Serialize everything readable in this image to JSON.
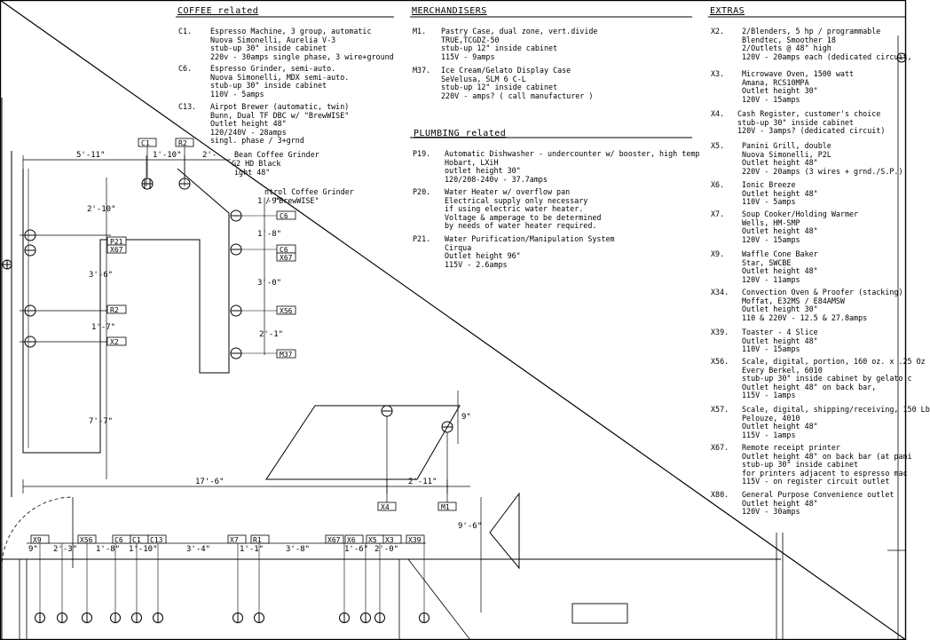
{
  "sections": {
    "coffee": {
      "title": "COFFEE related",
      "items": [
        {
          "code": "C1.",
          "lines": [
            "Espresso Machine, 3 group, automatic",
            "Nuova Simonelli, Aurelia V-3",
            "stub-up 30\" inside cabinet",
            "220v - 30amps single phase, 3 wire+ground"
          ]
        },
        {
          "code": "C6.",
          "lines": [
            "Espresso Grinder, semi-auto.",
            "Nuova Simonelli, MDX semi-auto.",
            "stub-up 30\" inside cabinet",
            "110V - 5amps"
          ]
        },
        {
          "code": "C13.",
          "lines": [
            "Airpot Brewer (automatic, twin)",
            "Bunn, Dual TF DBC w/ \"BrewWISE\"",
            "Outlet height 48\"",
            "120/240V - 28amps",
            "singl. phase / 3+grnd"
          ]
        }
      ],
      "fragments": [
        "Bean Coffee Grinder",
        "G2 HD Black",
        "ight 48\"",
        "ntrol Coffee Grinder",
        "/ \"BrewWISE\""
      ]
    },
    "merchandisers": {
      "title": "MERCHANDISERS",
      "items": [
        {
          "code": "M1.",
          "lines": [
            "Pastry Case, dual zone, vert.divide",
            "TRUE,TCGDZ-50",
            "stub-up 12\" inside cabinet",
            "115V - 9amps"
          ]
        },
        {
          "code": "M37.",
          "lines": [
            "Ice Cream/Gelato Display Case",
            "SeVelusa, SLM 6 C-L",
            "stub-up 12\" inside cabinet",
            "220V - amps? ( call manufacturer )"
          ]
        }
      ]
    },
    "plumbing": {
      "title": "PLUMBING related",
      "items": [
        {
          "code": "P19.",
          "lines": [
            "Automatic Dishwasher - undercounter w/ booster, high temp",
            "Hobart, LXiH",
            "outlet height 30\"",
            "120/208-240v - 37.7amps"
          ]
        },
        {
          "code": "P20.",
          "lines": [
            "Water Heater w/ overflow pan",
            "Electrical supply only necessary",
            "if using electric water heater.",
            "Voltage & amperage to be determined",
            "by needs of water heater required."
          ]
        },
        {
          "code": "P21.",
          "lines": [
            "Water Purification/Manipulation System",
            "Cirqua",
            "Outlet height 96\"",
            "115V - 2.6amps"
          ]
        }
      ]
    },
    "extras": {
      "title": "EXTRAS",
      "items": [
        {
          "code": "X2.",
          "lines": [
            "2/Blenders, 5 hp / programmable",
            "Blendtec, Smoother 18",
            "2/Outlets @ 48\" high",
            "120V - 20amps each (dedicated circuit,"
          ]
        },
        {
          "code": "X3.",
          "lines": [
            "Microwave Oven, 1500 watt",
            "Amana, RCS10MPA",
            "Outlet height 30\"",
            "120V - 15amps"
          ]
        },
        {
          "code": "X4.",
          "lines": [
            "Cash Register, customer's choice",
            "stub-up 30\" inside cabinet",
            "120V - 3amps? (dedicated circuit)"
          ]
        },
        {
          "code": "X5.",
          "lines": [
            "Panini Grill, double",
            "Nuova Simonelli, P2L",
            "Outlet height 48\"",
            "220V - 20amps (3 wires + grnd./S.P.)"
          ]
        },
        {
          "code": "X6.",
          "lines": [
            "Ionic Breeze",
            "Outlet height 48\"",
            "110V - 5amps"
          ]
        },
        {
          "code": "X7.",
          "lines": [
            "Soup Cooker/Holding Warmer",
            "Wells, HM-SMP",
            "Outlet height 48\"",
            "120V - 15amps"
          ]
        },
        {
          "code": "X9.",
          "lines": [
            "Waffle Cone Baker",
            "Star, SWCBE",
            "Outlet height 48\"",
            "120V - 11amps"
          ]
        },
        {
          "code": "X34.",
          "lines": [
            "Convection Oven & Proofer (stacking)",
            "Moffat, E32MS / E84AMSW",
            "Outlet height 30\"",
            "110 & 220V - 12.5 & 27.8amps"
          ]
        },
        {
          "code": "X39.",
          "lines": [
            "Toaster - 4 Slice",
            "Outlet height 48\"",
            "110V - 15amps"
          ]
        },
        {
          "code": "X56.",
          "lines": [
            "Scale, digital, portion, 160 oz. x .25 Oz",
            "Every Berkel, 6010",
            "stub-up 30\" inside cabinet by gelato c",
            "Outlet height 48\" on back bar,",
            "115V - 1amps"
          ]
        },
        {
          "code": "X57.",
          "lines": [
            "Scale, digital, shipping/receiving, 150 Lb",
            "Pelouze, 4010",
            "Outlet height 48\"",
            "115V - 1amps"
          ]
        },
        {
          "code": "X67.",
          "lines": [
            "Remote receipt printer",
            "Outlet height 48\" on back bar (at pani",
            "stub-up 30\" inside cabinet",
            "for printers adjacent to espresso mac",
            "115V - on register circuit outlet"
          ]
        },
        {
          "code": "X80.",
          "lines": [
            "General Purpose Convenience outlet",
            "Outlet height 48\"",
            "120V - 30amps"
          ]
        }
      ]
    }
  },
  "plan": {
    "tags_top": [
      "C1",
      "R2"
    ],
    "tags_right": [
      "C6",
      "C6",
      "X67",
      "X56",
      "M37"
    ],
    "tags_left": [
      "P21",
      "X67",
      "R2",
      "X2"
    ],
    "tags_bottom": [
      "X9",
      "X56",
      "C6",
      "C1",
      "C13",
      "X7",
      "R1",
      "X67",
      "X6",
      "X5",
      "X3",
      "X39"
    ],
    "tags_mid": [
      "X4",
      "M1"
    ],
    "dims_top": [
      "5'-11\"",
      "1'-10\"",
      "2'-"
    ],
    "dims_vertical_left": [
      "2'-10\"",
      "3'-6\"",
      "1'-7\"",
      "7'-7\""
    ],
    "dims_vertical_right": [
      "1'-9\"",
      "1'-8\"",
      "3'-0\"",
      "2'-1\""
    ],
    "dims_long": [
      "17'-6\"",
      "2'-11\"",
      "9\"",
      "9'-6\""
    ],
    "dims_bottom": [
      "9\"",
      "2'-3\"",
      "1'-8\"",
      "1'-10\"",
      "3'-4\"",
      "1'-1\"",
      "3'-8\"",
      "1'-6\"",
      "2'-0\""
    ]
  }
}
